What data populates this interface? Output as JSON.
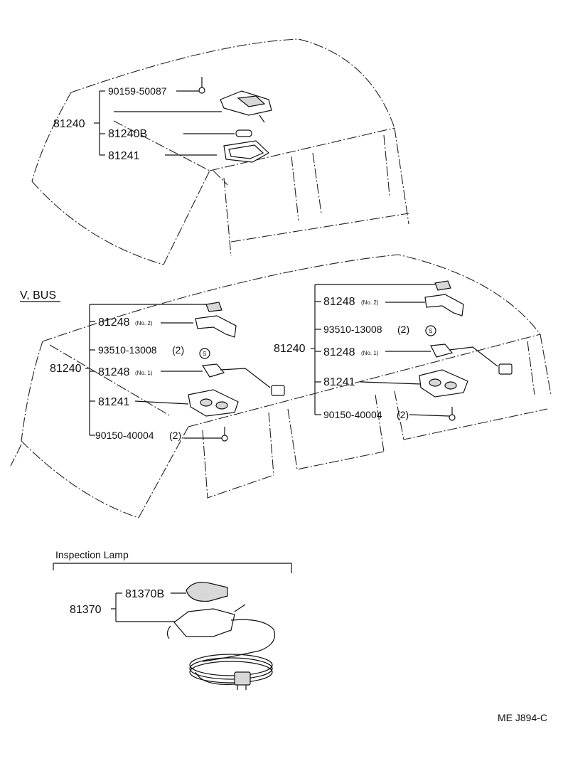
{
  "top": {
    "assembly": "81240",
    "parts": [
      "90159-50087",
      "81240B",
      "81241"
    ]
  },
  "left": {
    "section_title": "V, BUS",
    "assembly": "81240",
    "parts": {
      "p1": "81248",
      "p1_note": "(No. 2)",
      "p2": "93510-13008",
      "p2_qty": "(2)",
      "p3": "81248",
      "p3_note": "(No. 1)",
      "p4": "81241",
      "p5": "90150-40004",
      "p5_qty": "(2)"
    },
    "marker": "S"
  },
  "right": {
    "assembly": "81240",
    "parts": {
      "p1": "81248",
      "p1_note": "(No. 2)",
      "p2": "93510-13008",
      "p2_qty": "(2)",
      "p3": "81248",
      "p3_note": "(No. 1)",
      "p4": "81241",
      "p5": "90150-40004",
      "p5_qty": "(2)"
    },
    "marker": "S"
  },
  "inspection": {
    "title": "Inspection Lamp",
    "assembly": "81370",
    "part": "81370B"
  },
  "code": "ME J894-C"
}
